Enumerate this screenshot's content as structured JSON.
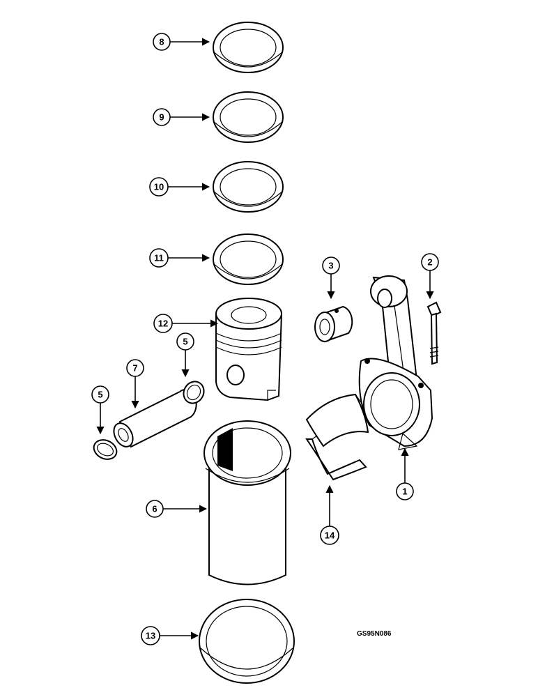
{
  "figure": {
    "reference_code": "GS95N086",
    "callouts": [
      "1",
      "2",
      "3",
      "5",
      "5",
      "6",
      "7",
      "8",
      "9",
      "10",
      "11",
      "12",
      "13",
      "14"
    ]
  },
  "colors": {
    "ink": "#000000",
    "paper": "#ffffff"
  }
}
